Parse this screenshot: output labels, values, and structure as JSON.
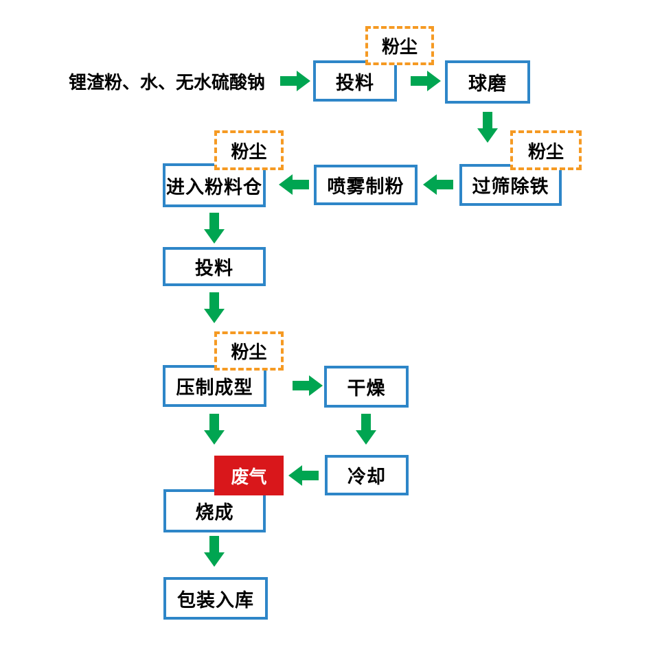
{
  "diagram": {
    "source_label": "锂渣粉、水、无水硫酸钠",
    "nodes": {
      "feed_1": "投料",
      "ball_mill": "球磨",
      "sieve_deiron": "过筛除铁",
      "spray_powder": "喷雾制粉",
      "enter_silo": "进入粉料仓",
      "feed_2": "投料",
      "press_form": "压制成型",
      "dry": "干燥",
      "cool": "冷却",
      "fire": "烧成",
      "pack_store": "包装入库"
    },
    "hazard_markers": [
      {
        "label": "粉尘",
        "attached_to": "feed_1"
      },
      {
        "label": "粉尘",
        "attached_to": "sieve_deiron"
      },
      {
        "label": "粉尘",
        "attached_to": "enter_silo"
      },
      {
        "label": "粉尘",
        "attached_to": "press_form"
      },
      {
        "label": "废气",
        "attached_to": "fire"
      }
    ],
    "edges": [
      {
        "from": "source",
        "to": "feed_1",
        "direction": "right"
      },
      {
        "from": "feed_1",
        "to": "ball_mill",
        "direction": "right"
      },
      {
        "from": "ball_mill",
        "to": "sieve_deiron",
        "direction": "down"
      },
      {
        "from": "sieve_deiron",
        "to": "spray_powder",
        "direction": "left"
      },
      {
        "from": "spray_powder",
        "to": "enter_silo",
        "direction": "left"
      },
      {
        "from": "enter_silo",
        "to": "feed_2",
        "direction": "down"
      },
      {
        "from": "feed_2",
        "to": "press_form",
        "direction": "down"
      },
      {
        "from": "press_form",
        "to": "dry",
        "direction": "right"
      },
      {
        "from": "press_form",
        "to": "fire",
        "direction": "down"
      },
      {
        "from": "dry",
        "to": "cool",
        "direction": "down"
      },
      {
        "from": "cool",
        "to": "waste_gas",
        "direction": "left"
      },
      {
        "from": "fire",
        "to": "pack_store",
        "direction": "down"
      }
    ],
    "colors": {
      "box_border": "#2E86C8",
      "arrow_green": "#00A551",
      "dust_border": "#F59A23",
      "waste_bg": "#D9171B",
      "text": "#000000",
      "waste_text": "#FFFFFF"
    }
  }
}
